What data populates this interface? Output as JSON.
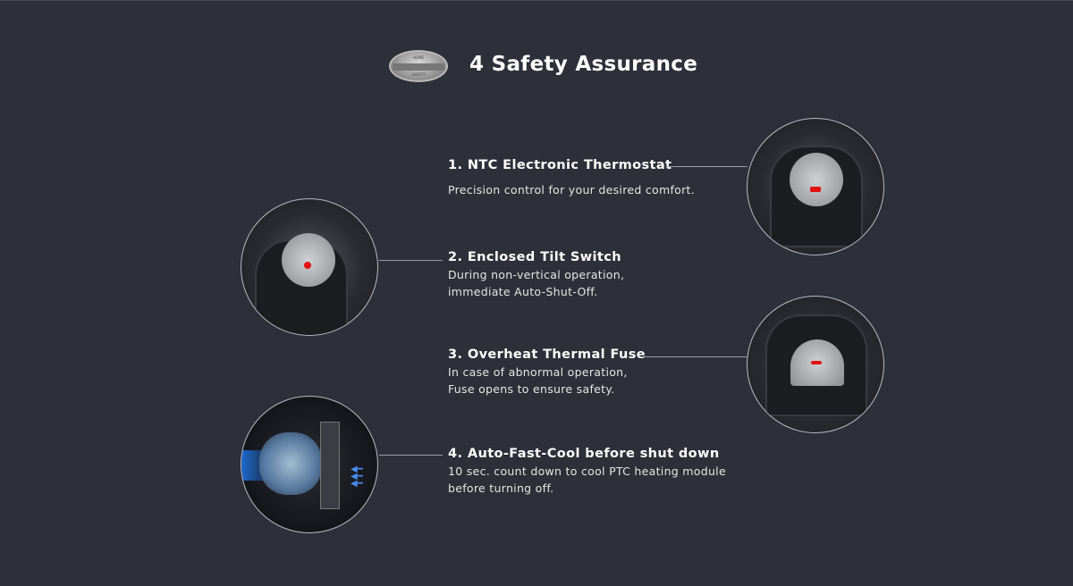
{
  "header": {
    "logo_text_top": "HOME",
    "logo_text_bottom": "SAFETY",
    "title": "4 Safety Assurance"
  },
  "items": [
    {
      "title": "1. NTC Electronic Thermostat",
      "desc": [
        "Precision control for your desired comfort."
      ]
    },
    {
      "title": "2. Enclosed Tilt Switch",
      "desc": [
        "During non-vertical operation,",
        "immediate Auto-Shut-Off."
      ]
    },
    {
      "title": "3. Overheat Thermal Fuse",
      "desc": [
        "In case of abnormal operation,",
        "Fuse opens to ensure safety."
      ]
    },
    {
      "title": "4. Auto-Fast-Cool before shut down",
      "desc": [
        "10 sec. count down to cool PTC heating module",
        "before turning off."
      ]
    }
  ],
  "colors": {
    "background": "#2d2f39",
    "accent_red": "#e01010",
    "cool_blue": "#1e6ad0"
  }
}
